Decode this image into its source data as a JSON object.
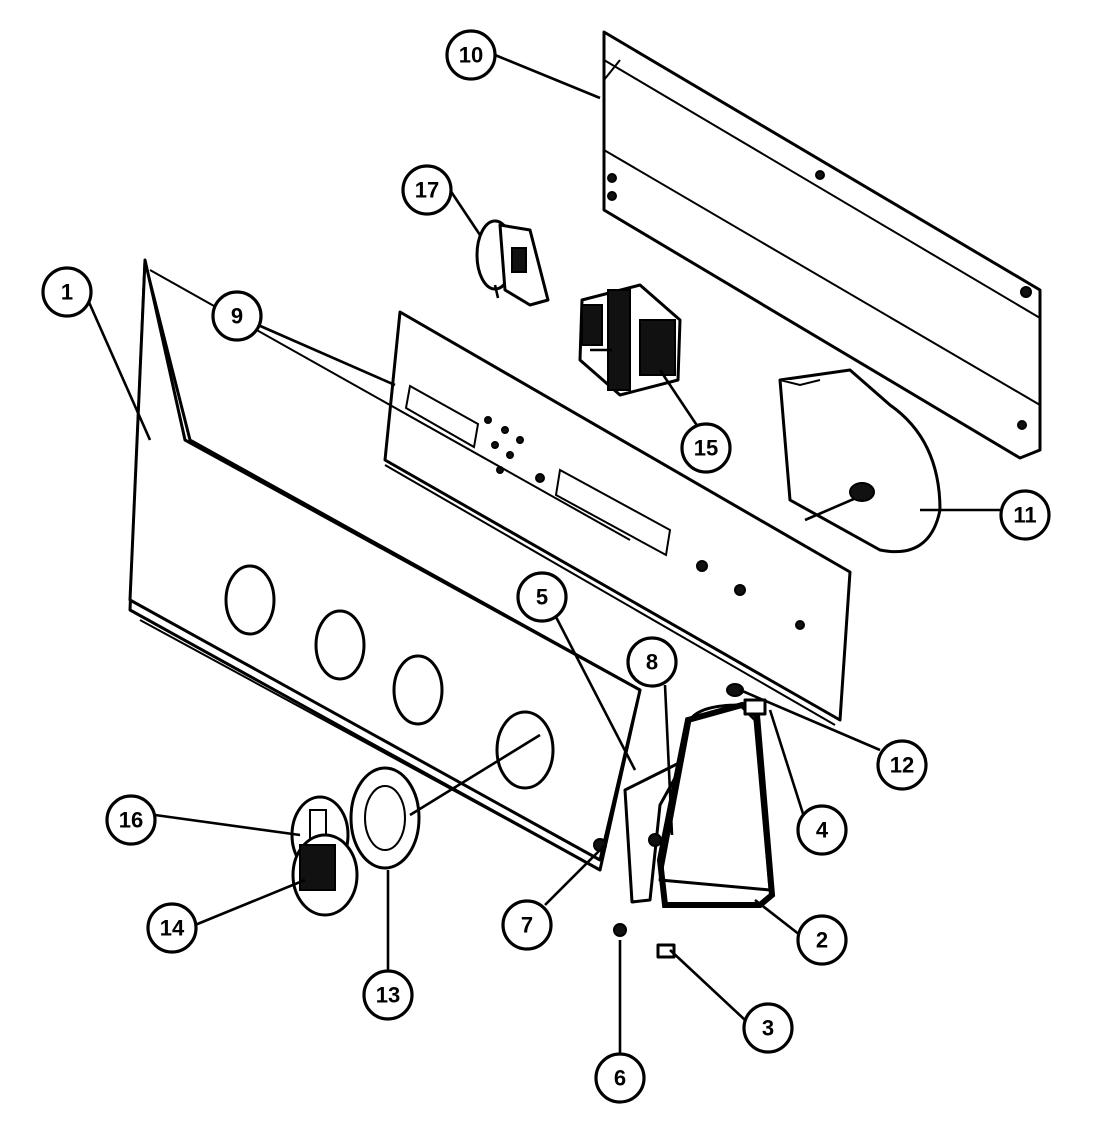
{
  "callouts": [
    {
      "id": "c1",
      "number": "1"
    },
    {
      "id": "c2",
      "number": "2"
    },
    {
      "id": "c3",
      "number": "3"
    },
    {
      "id": "c4",
      "number": "4"
    },
    {
      "id": "c5",
      "number": "5"
    },
    {
      "id": "c6",
      "number": "6"
    },
    {
      "id": "c7",
      "number": "7"
    },
    {
      "id": "c8",
      "number": "8"
    },
    {
      "id": "c9",
      "number": "9"
    },
    {
      "id": "c10",
      "number": "10"
    },
    {
      "id": "c11",
      "number": "11"
    },
    {
      "id": "c12",
      "number": "12"
    },
    {
      "id": "c13",
      "number": "13"
    },
    {
      "id": "c14",
      "number": "14"
    },
    {
      "id": "c15",
      "number": "15"
    },
    {
      "id": "c16",
      "number": "16"
    },
    {
      "id": "c17",
      "number": "17"
    }
  ]
}
